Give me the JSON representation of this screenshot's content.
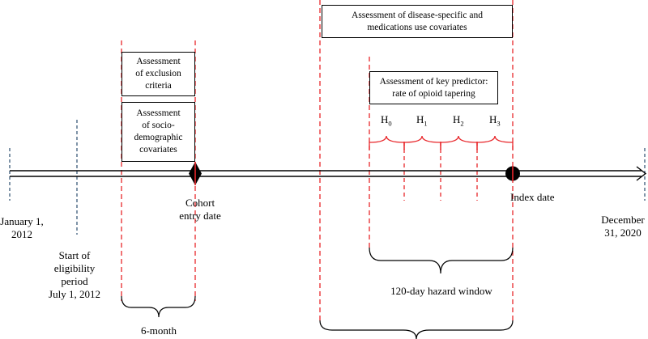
{
  "timeline": {
    "start_label_line1": "January 1,",
    "start_label_line2": "2012",
    "end_label_line1": "December",
    "end_label_line2": "31, 2020",
    "eligibility_label": [
      "Start of",
      "eligibility",
      "period",
      "July 1, 2012"
    ],
    "cohort_entry_label": [
      "Cohort",
      "entry date"
    ],
    "index_date_label": "Index date"
  },
  "boxes": {
    "exclusion": [
      "Assessment",
      "of exclusion",
      "criteria"
    ],
    "socio": [
      "Assessment",
      "of socio-",
      "demographic",
      "covariates"
    ],
    "disease": [
      "Assessment of disease-specific and",
      "medications use covariates"
    ],
    "key_predictor": [
      "Assessment of key predictor:",
      "rate of opioid tapering"
    ]
  },
  "hazards": [
    "H",
    "H",
    "H",
    "H"
  ],
  "hazard_subscripts": [
    "0",
    "1",
    "2",
    "3"
  ],
  "labels": {
    "hazard_window": "120-day hazard window",
    "six_month": "6-month"
  },
  "colors": {
    "red_dashed": "#e8262a",
    "blue_dashed": "#3b5a7a",
    "axis": "#000000"
  }
}
